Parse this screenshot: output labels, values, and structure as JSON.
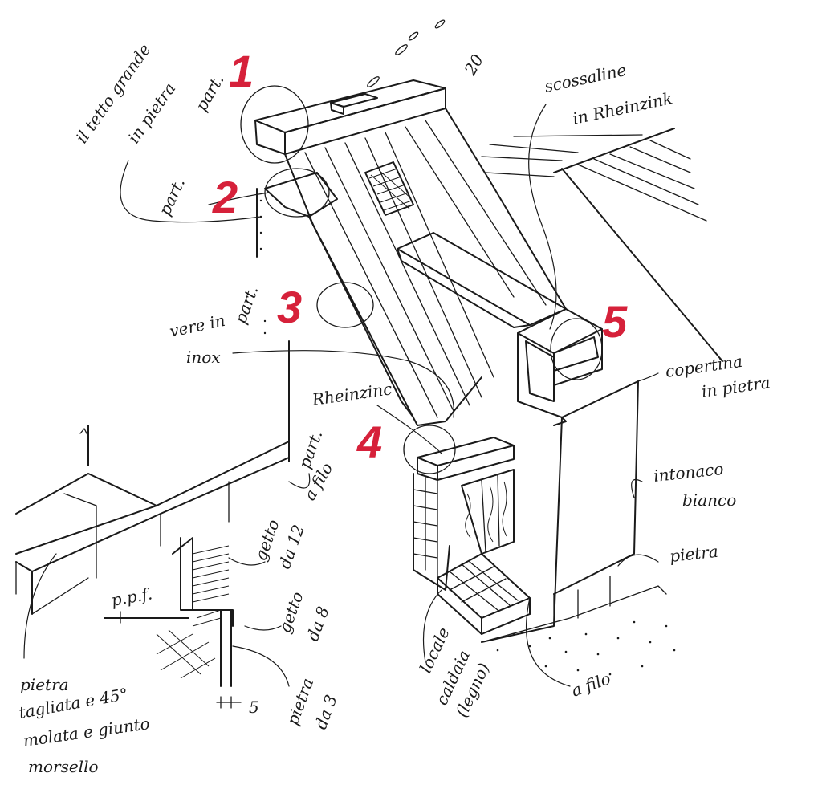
{
  "labels": {
    "n1_a": "il tetto grande",
    "n1_b": "in pietra",
    "n1_c": "part.",
    "n2": "part.",
    "n3": "part.",
    "n3_vere_a": "vere in",
    "n3_vere_b": "inox",
    "rheinzinc_top_a": "scossaline",
    "rheinzinc_top_b": "in Rheinzink",
    "rheinzinc_mid": "Rheinzinc",
    "n4": "part.",
    "filo_1": "a filo",
    "copertina_a": "copertina",
    "copertina_b": "in pietra",
    "intonaco_a": "intonaco",
    "intonaco_b": "bianco",
    "pietra_right": "pietra",
    "pietra_left_a": "pietra",
    "pietra_left_b": "tagliata e 45°",
    "pietra_left_c": "molata e giunto",
    "pietra_left_d": "morsello",
    "ppf": "p.p.f.",
    "getto12_a": "getto",
    "getto12_b": "da 12",
    "getto8_a": "getto",
    "getto8_b": "da 8",
    "pietra3_a": "pietra",
    "pietra3_b": "da 3",
    "dim5": "5",
    "dim20": "20",
    "caldaia_a": "locale",
    "caldaia_b": "caldaia",
    "caldaia_c": "(legno)",
    "filo_2": "a filo"
  },
  "details": [
    {
      "number": "1",
      "color": "#d6213a"
    },
    {
      "number": "2",
      "color": "#d6213a"
    },
    {
      "number": "3",
      "color": "#d6213a"
    },
    {
      "number": "4",
      "color": "#d6213a"
    },
    {
      "number": "5",
      "color": "#d6213a"
    }
  ]
}
